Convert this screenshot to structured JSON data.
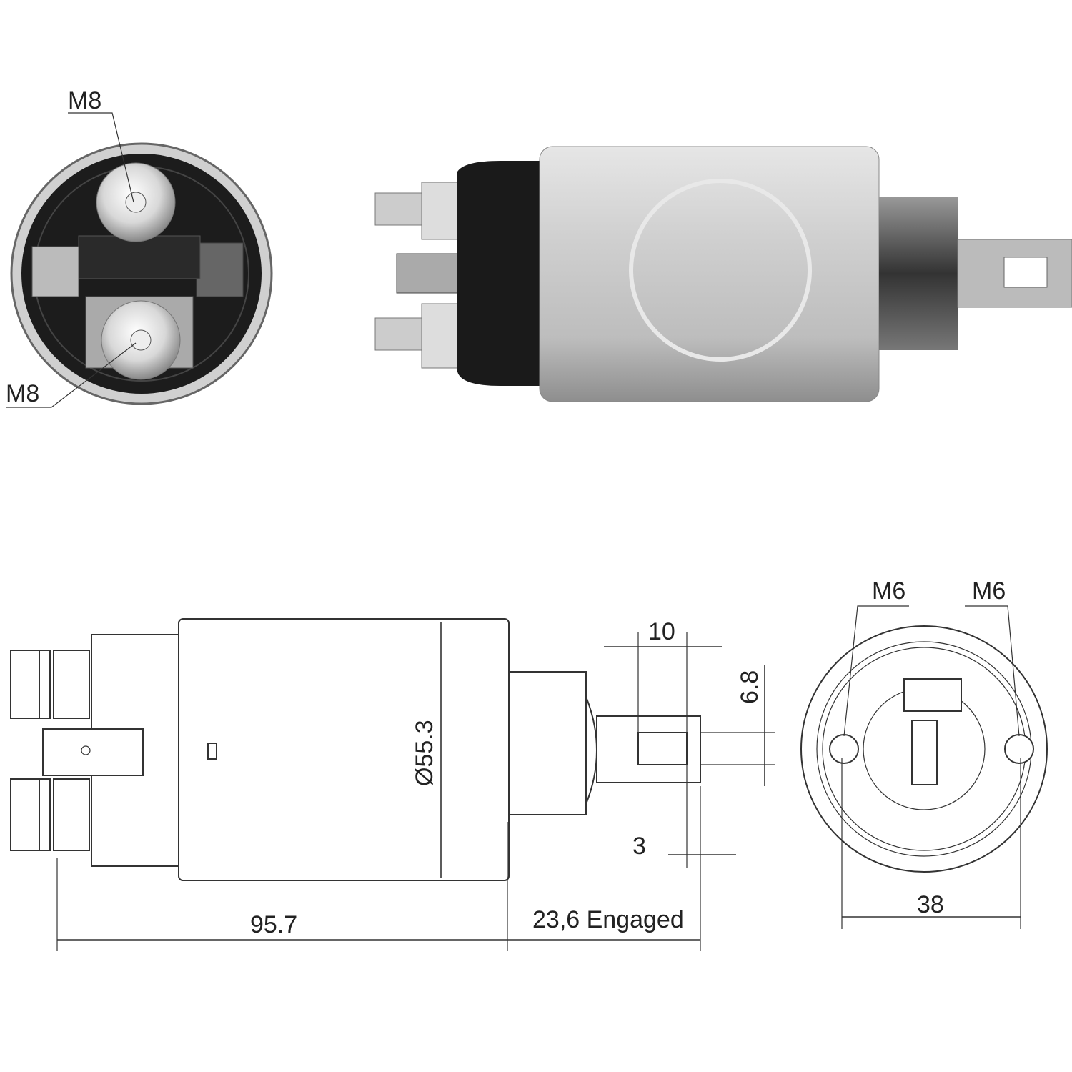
{
  "top_end_view": {
    "terminal_top_label": "M8",
    "terminal_bottom_label": "M8"
  },
  "side_drawing": {
    "length_label": "95.7",
    "diameter_label": "Ø55.3",
    "engaged_label": "23,6 Engaged",
    "slot_length_label": "10",
    "slot_width_label": "6.8",
    "tab_offset_label": "3"
  },
  "end_drawing": {
    "mount_left_label": "M6",
    "mount_right_label": "M6",
    "mount_spacing_label": "38"
  },
  "colors": {
    "line": "#333333",
    "body_metal": "#c8c8c8",
    "cap_black": "#1a1a1a"
  }
}
